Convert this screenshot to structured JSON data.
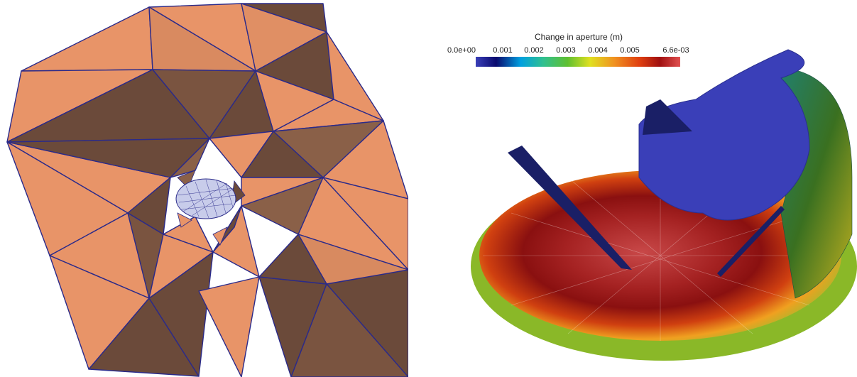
{
  "colorbar": {
    "title": "Change in aperture (m)",
    "min_label": "0.0e+00",
    "ticks": [
      "0.001",
      "0.002",
      "0.003",
      "0.004",
      "0.005"
    ],
    "max_label": "6.6e-03",
    "range": [
      0.0,
      0.0066
    ],
    "colormap": [
      "#3a3fb8",
      "#0a0a6e",
      "#00a0e0",
      "#30c090",
      "#60c030",
      "#e0e020",
      "#f09020",
      "#e04010",
      "#a01010",
      "#e05050"
    ]
  },
  "mesh_view": {
    "face_colors": {
      "light": "#e89468",
      "dark": "#6b4a3a",
      "edge": "#2a2a8a"
    }
  }
}
